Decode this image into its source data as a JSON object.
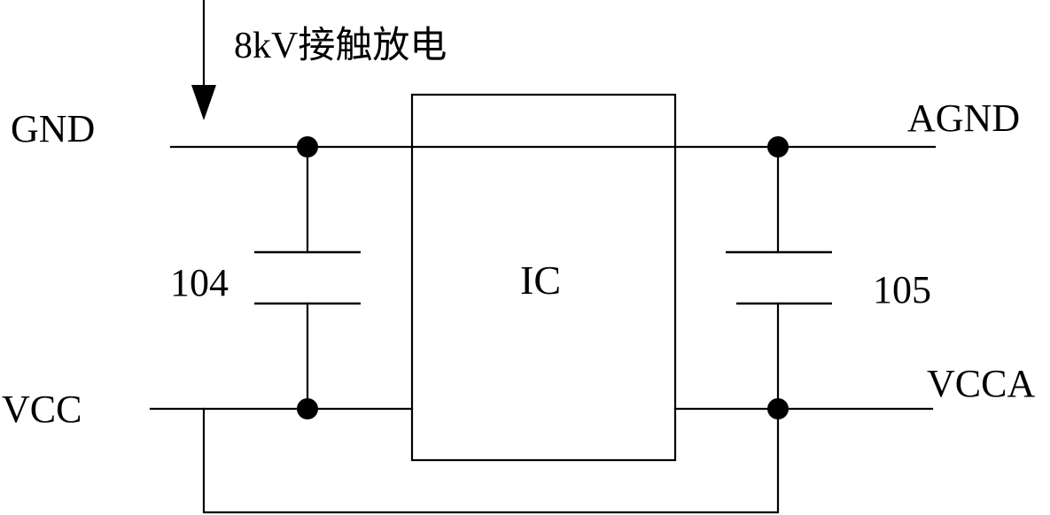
{
  "diagram": {
    "esd_label": "8kV接触放电",
    "nets": {
      "gnd": "GND",
      "vcc": "VCC",
      "agnd": "AGND",
      "vcca": "VCCA"
    },
    "components": {
      "ic_label": "IC",
      "cap_left_value": "104",
      "cap_right_value": "105"
    }
  },
  "colors": {
    "ink": "#000000",
    "background": "#ffffff"
  },
  "icons": {
    "esd_arrow": "down-arrow-icon",
    "junction": "junction-dot-icon",
    "capacitor": "capacitor-symbol-icon"
  }
}
